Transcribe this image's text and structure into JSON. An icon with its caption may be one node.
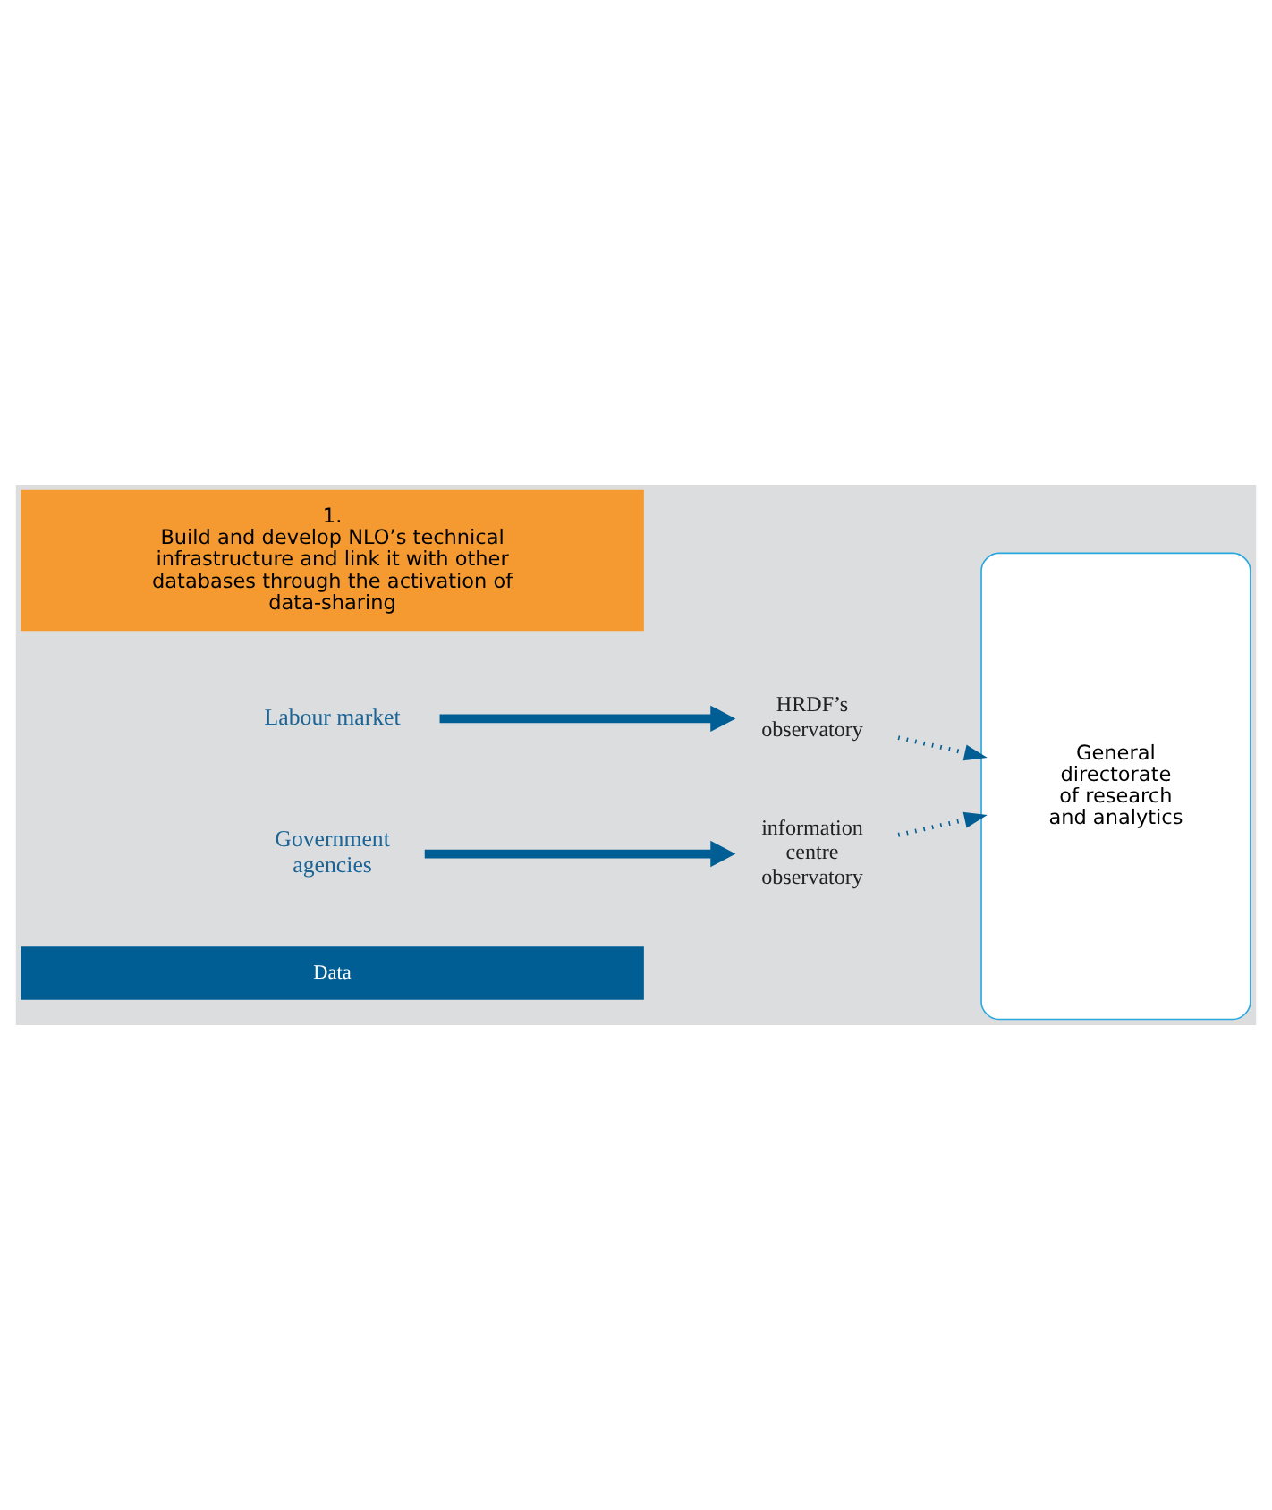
{
  "diagram": {
    "nodes": [
      {
        "text": [
          "Data"
        ]
      },
      {
        "text": [
          "Labour market"
        ]
      },
      {
        "text": [
          "Government agencies"
        ]
      },
      {
        "text": [
          "HRDF’s observatory"
        ]
      },
      {
        "text": [
          "information centre observatory"
        ]
      },
      {
        "text": [
          "General directorate of research and analytics"
        ]
      },
      {
        "text": [
          "1.",
          "Build and develop NLO’s technical infrastructure and link it with other databases through the activation of data-sharing"
        ]
      }
    ],
    "edges": [
      {
        "from": 1,
        "to": 3,
        "arrow": "to",
        "style": "thick"
      },
      {
        "from": 2,
        "to": 4,
        "arrow": "to",
        "style": "thick"
      },
      {
        "from": 3,
        "to": 5,
        "arrow": "to",
        "style": "dashed"
      },
      {
        "from": 4,
        "to": 5,
        "arrow": "to",
        "style": "dashed"
      }
    ]
  }
}
